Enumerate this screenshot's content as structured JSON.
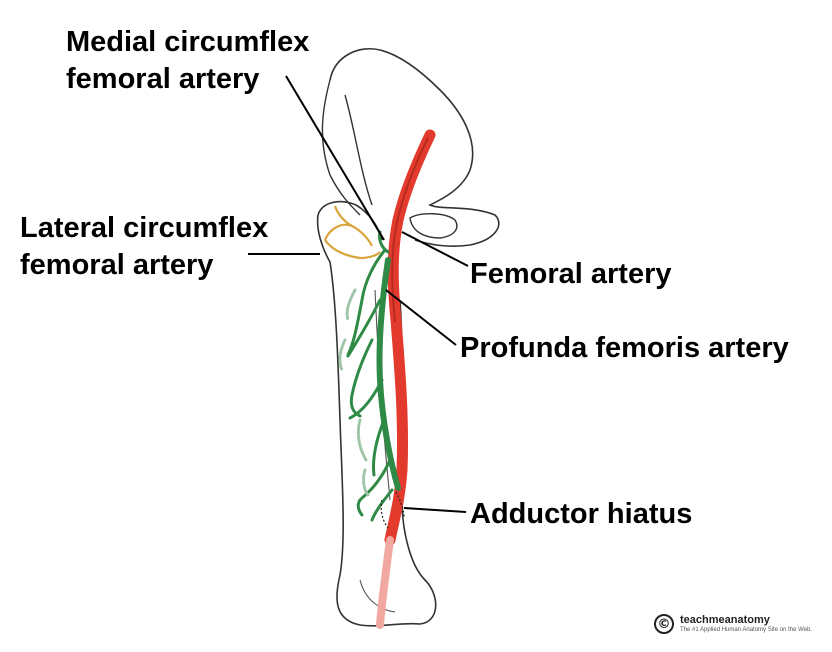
{
  "labels": {
    "medial_line1": "Medial circumflex",
    "medial_line2": "femoral artery",
    "lateral_line1": "Lateral circumflex",
    "lateral_line2": "femoral artery",
    "femoral": "Femoral artery",
    "profunda": "Profunda femoris artery",
    "adductor": "Adductor hiatus"
  },
  "credit": {
    "symbol": "©",
    "brand": "teachmeanatomy",
    "tagline": "The #1 Applied Human Anatomy Site on the Web."
  },
  "colors": {
    "femoral_artery": "#e23b2e",
    "femoral_artery_distal": "#f0a8a0",
    "profunda_branches": "#2f8a45",
    "lateral_circumflex": "#d9a53a",
    "bone_outline": "#333333"
  }
}
